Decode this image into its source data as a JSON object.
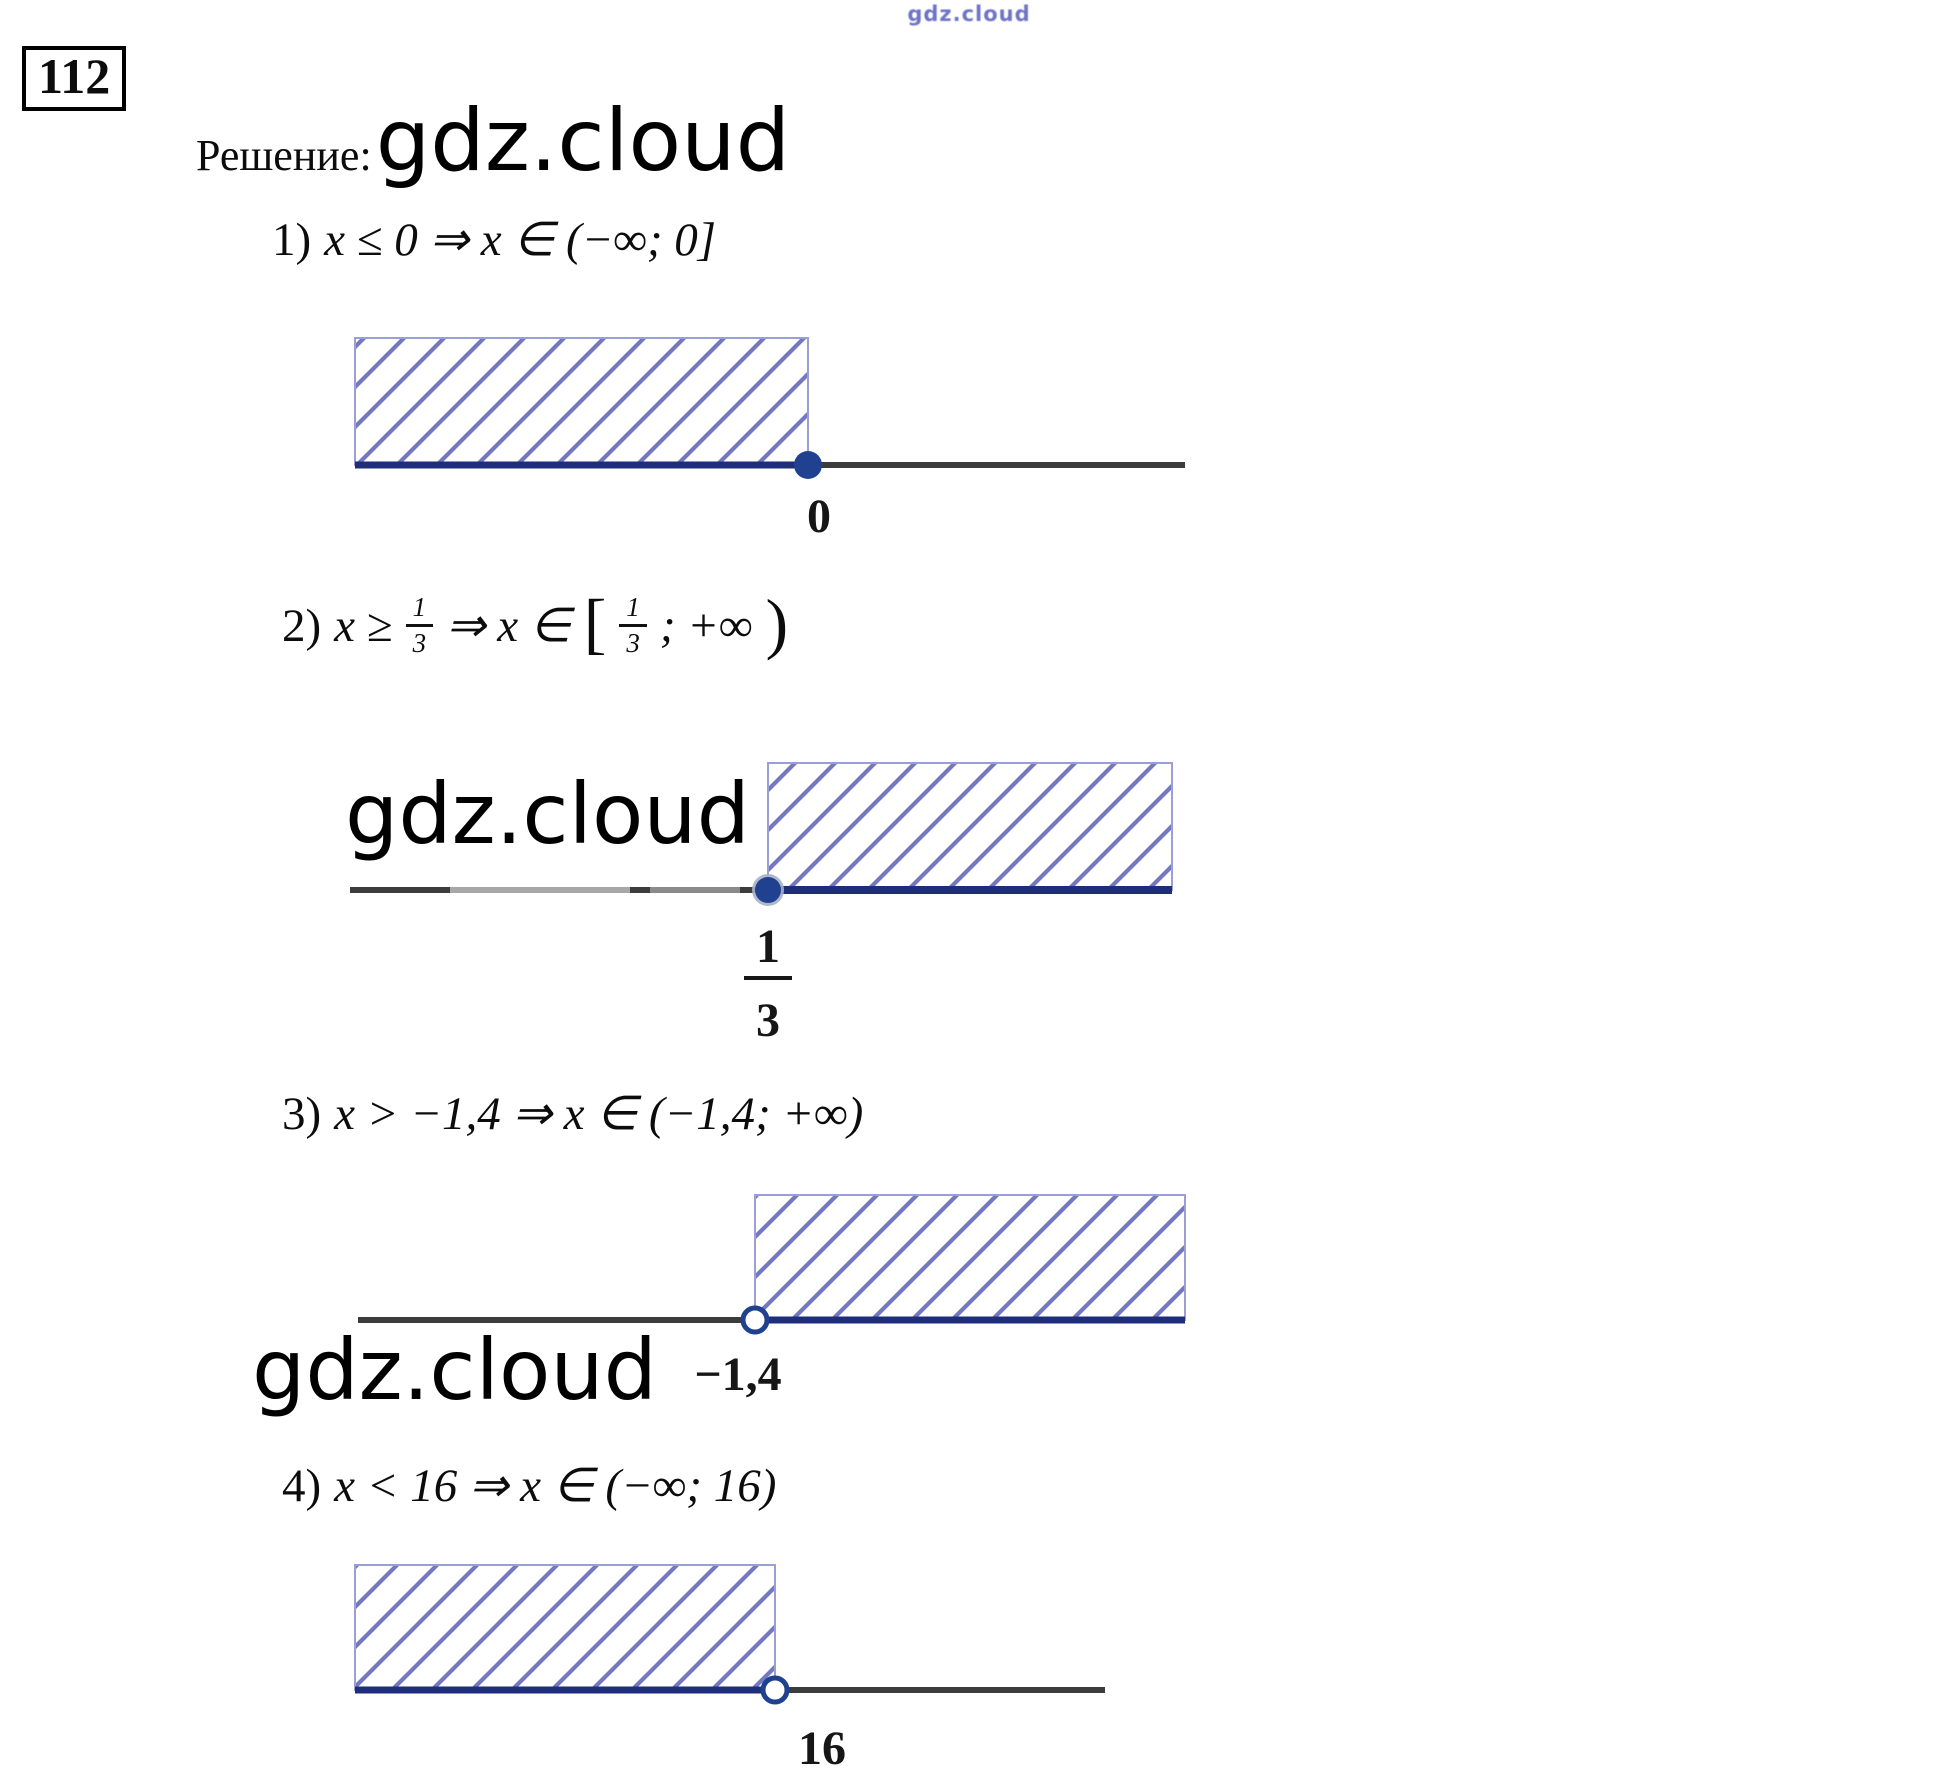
{
  "page": {
    "watermark_top": "gdz.cloud",
    "watermark_1": "gdz.cloud",
    "watermark_2": "gdz.cloud",
    "watermark_3": "gdz.cloud",
    "problem_number": "112",
    "solution_label": "Решение:"
  },
  "item1": {
    "prefix": "1)",
    "expression": "x ≤ 0 ⇒ x ∈ (−∞; 0]",
    "point_label": "0"
  },
  "item2": {
    "prefix": "2)",
    "expr_start": "x ≥",
    "frac1_num": "1",
    "frac1_den": "3",
    "expr_mid": "⇒ x ∈",
    "left_bracket": "[",
    "frac2_num": "1",
    "frac2_den": "3",
    "expr_end": "; +∞",
    "right_paren": ")",
    "point_num": "1",
    "point_den": "3"
  },
  "item3": {
    "prefix": "3)",
    "expression": "x > −1,4 ⇒ x ∈ (−1,4; +∞)",
    "point_label": "−1,4"
  },
  "item4": {
    "prefix": "4)",
    "expression": "x < 16 ⇒ x ∈ (−∞; 16)",
    "point_label": "16"
  },
  "colors": {
    "hatch_stroke": "#7478c0",
    "hatch_border": "#9aa0d6",
    "axis_line": "#3c3c3c",
    "segment_line": "#1e2e7a",
    "endpoint_fill": "#20418f",
    "watermark_blue": "#4a52b8"
  }
}
